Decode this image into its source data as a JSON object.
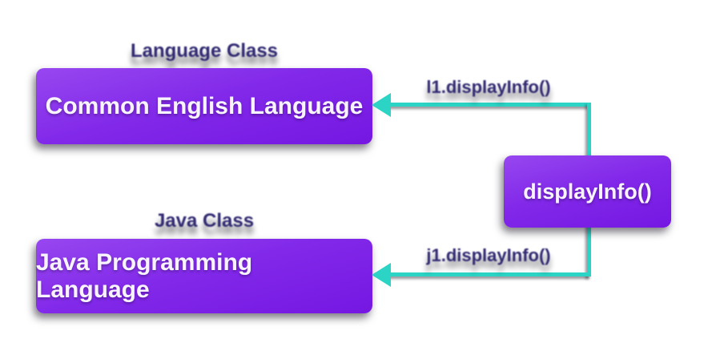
{
  "colors": {
    "background": "#ffffff",
    "box_purple_light": "#9747f0",
    "box_purple": "#8128e9",
    "box_purple_dark": "#7517e2",
    "box_text": "#f8f4ff",
    "arrow_teal": "#2bd4c5",
    "label_indigo": "#312a72"
  },
  "language_class": {
    "caption": "Language Class",
    "box_label": "Common English Language",
    "call_label": "l1.displayInfo()"
  },
  "java_class": {
    "caption": "Java Class",
    "box_label": "Java Programming Language",
    "call_label": "j1.displayInfo()"
  },
  "method_box": {
    "label": "displayInfo()"
  }
}
